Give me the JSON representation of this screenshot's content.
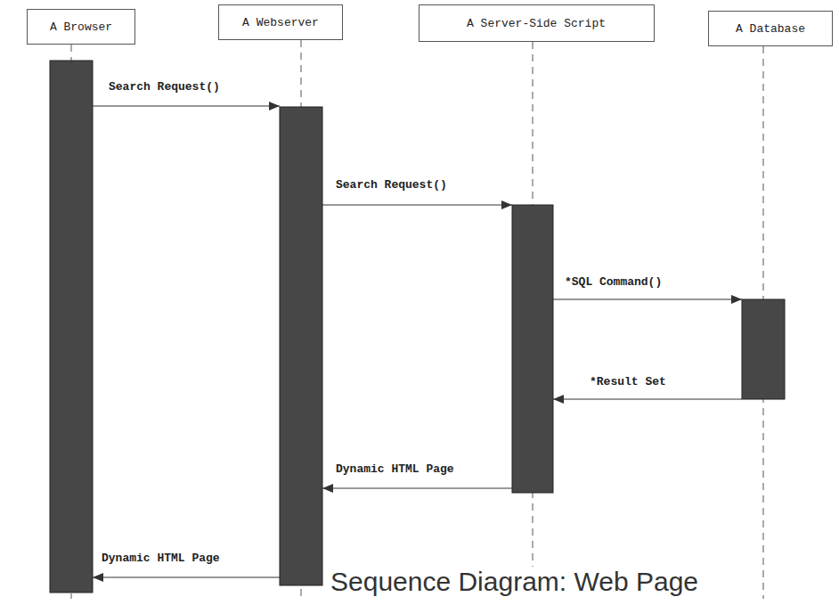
{
  "diagram": {
    "caption": "Sequence Diagram: Web Page",
    "nodes": [
      {
        "text": [
          "A Browser"
        ]
      },
      {
        "text": [
          "A Webserver"
        ]
      },
      {
        "text": [
          "A Server-Side Script"
        ]
      },
      {
        "text": [
          "A Database"
        ]
      }
    ],
    "edges": [
      {
        "from": 0,
        "to": 1,
        "label": "Search Request()",
        "arrow": "to"
      },
      {
        "from": 1,
        "to": 2,
        "label": "Search Request()",
        "arrow": "to"
      },
      {
        "from": 2,
        "to": 3,
        "label": "*SQL Command()",
        "arrow": "to"
      },
      {
        "from": 3,
        "to": 2,
        "label": "*Result Set",
        "arrow": "to"
      },
      {
        "from": 2,
        "to": 1,
        "label": "Dynamic HTML Page",
        "arrow": "to"
      },
      {
        "from": 1,
        "to": 0,
        "label": "Dynamic HTML Page",
        "arrow": "to"
      }
    ]
  }
}
